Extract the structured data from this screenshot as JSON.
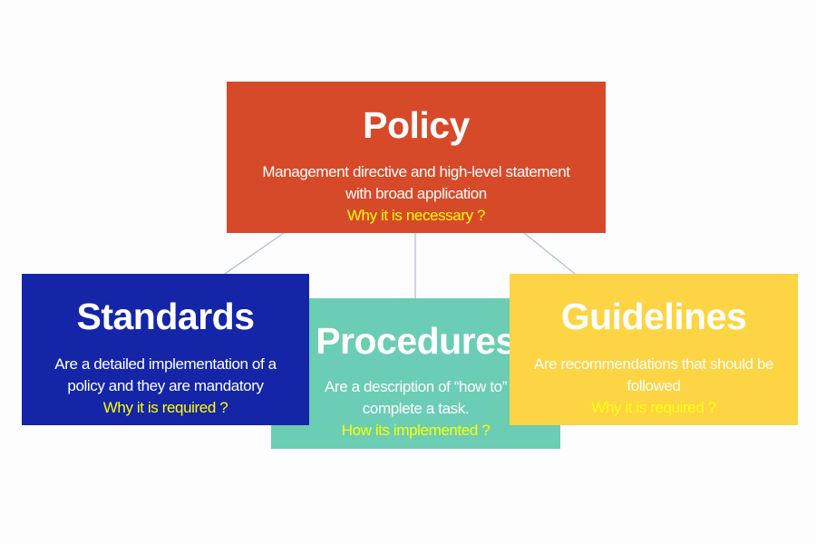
{
  "policy": {
    "title": "Policy",
    "lines": [
      "Management directive and high-level statement",
      "with broad application"
    ],
    "question": "Why it is necessary ?",
    "color": "#d64a2a"
  },
  "standards": {
    "title": "Standards",
    "lines": [
      "Are a detailed implementation of a",
      "policy and they are mandatory"
    ],
    "question": "Why it is required ?",
    "color": "#1425a8"
  },
  "procedures": {
    "title": "Procedures",
    "lines": [
      "Are a description of “how to”",
      "complete a task."
    ],
    "question": "How its implemented ?",
    "color": "#6bcdb3"
  },
  "guidelines": {
    "title": "Guidelines",
    "lines": [
      "Are recommendations that should be",
      "followed"
    ],
    "question": "Why it is required ?",
    "color": "#fdd443"
  }
}
